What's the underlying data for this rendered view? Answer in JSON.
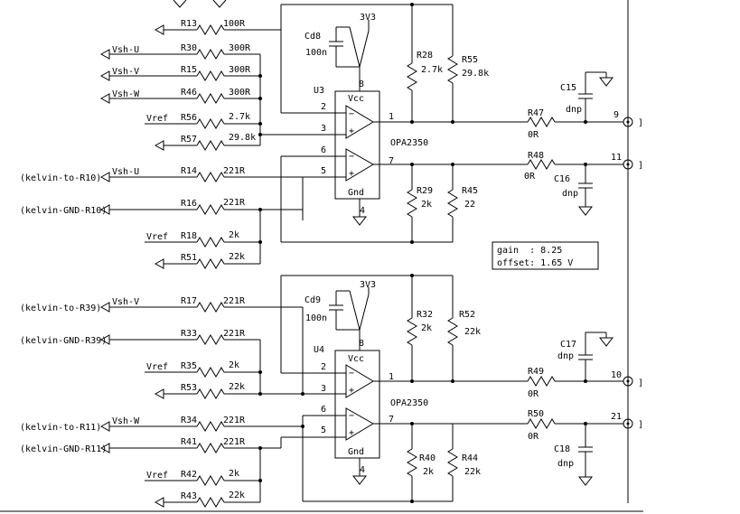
{
  "amp1": {
    "chip": "U3",
    "part": "OPA2350",
    "vcc_label": "Vcc",
    "gnd_label": "Gnd",
    "supply": "3V3",
    "cap_name": "Cd8",
    "cap_value": "100n",
    "pins": {
      "vcc": "8",
      "in1m": "2",
      "in1p": "3",
      "out1": "1",
      "in2m": "6",
      "in2p": "5",
      "out2": "7",
      "gnd": "4"
    },
    "r13": {
      "name": "R13",
      "value": "100R"
    },
    "r30": {
      "name": "R30",
      "value": "300R",
      "net": "Vsh-U"
    },
    "r15": {
      "name": "R15",
      "value": "300R",
      "net": "Vsh-V"
    },
    "r46": {
      "name": "R46",
      "value": "300R",
      "net": "Vsh-W"
    },
    "r56": {
      "name": "R56",
      "value": "2.7k",
      "net": "Vref"
    },
    "r57": {
      "name": "R57",
      "value": "29.8k"
    },
    "r14": {
      "name": "R14",
      "value": "221R",
      "net": "Vsh-U",
      "port": "(kelvin-to-R10)"
    },
    "r16": {
      "name": "R16",
      "value": "221R",
      "port": "(kelvin-GND-R10)"
    },
    "r18": {
      "name": "R18",
      "value": "2k",
      "net": "Vref"
    },
    "r51": {
      "name": "R51",
      "value": "22k"
    },
    "r28": {
      "name": "R28",
      "value": "2.7k"
    },
    "r55": {
      "name": "R55",
      "value": "29.8k"
    },
    "r29": {
      "name": "R29",
      "value": "2k"
    },
    "r45": {
      "name": "R45",
      "value": "22"
    },
    "r47": {
      "name": "R47",
      "value": "0R"
    },
    "r48": {
      "name": "R48",
      "value": "0R"
    },
    "c15": {
      "name": "C15",
      "value": "dnp"
    },
    "c16": {
      "name": "C16",
      "value": "dnp"
    },
    "pin9": "9",
    "pin11": "11"
  },
  "note": {
    "gain": "gain  : 8.25",
    "offset": "offset: 1.65 V"
  },
  "amp2": {
    "chip": "U4",
    "part": "OPA2350",
    "vcc_label": "Vcc",
    "gnd_label": "Gnd",
    "supply": "3V3",
    "cap_name": "Cd9",
    "cap_value": "100n",
    "pins": {
      "vcc": "8",
      "in1m": "2",
      "in1p": "3",
      "out1": "1",
      "in2m": "6",
      "in2p": "5",
      "out2": "7",
      "gnd": "4"
    },
    "r17": {
      "name": "R17",
      "value": "221R",
      "net": "Vsh-V",
      "port": "(kelvin-to-R39)"
    },
    "r33": {
      "name": "R33",
      "value": "221R",
      "port": "(kelvin-GND-R39)"
    },
    "r35": {
      "name": "R35",
      "value": "2k",
      "net": "Vref"
    },
    "r53": {
      "name": "R53",
      "value": "22k"
    },
    "r34": {
      "name": "R34",
      "value": "221R",
      "net": "Vsh-W",
      "port": "(kelvin-to-R11)"
    },
    "r41": {
      "name": "R41",
      "value": "221R",
      "port": "(kelvin-GND-R11)"
    },
    "r42": {
      "name": "R42",
      "value": "2k",
      "net": "Vref"
    },
    "r43": {
      "name": "R43",
      "value": "22k"
    },
    "r32": {
      "name": "R32",
      "value": "2k"
    },
    "r52": {
      "name": "R52",
      "value": "22k"
    },
    "r40": {
      "name": "R40",
      "value": "2k"
    },
    "r44": {
      "name": "R44",
      "value": "22k"
    },
    "r49": {
      "name": "R49",
      "value": "0R"
    },
    "r50": {
      "name": "R50",
      "value": "0R"
    },
    "c17": {
      "name": "C17",
      "value": "dnp"
    },
    "c18": {
      "name": "C18",
      "value": "dnp"
    },
    "pin10": "10",
    "pin21": "21"
  },
  "connector_mark": "]"
}
